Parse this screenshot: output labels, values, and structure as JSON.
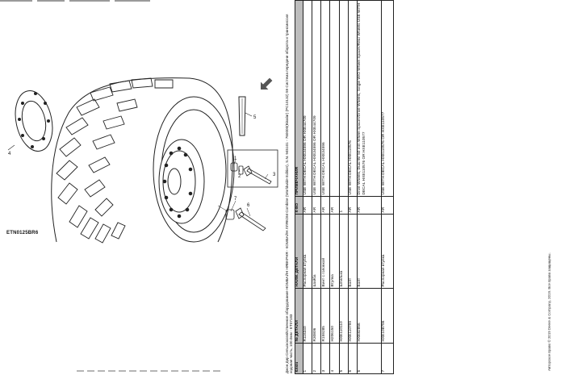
{
  "diagram": {
    "code": "ETN0125BR6",
    "callouts": [
      "1",
      "2",
      "3",
      "4",
      "5",
      "6",
      "7"
    ]
  },
  "table": {
    "header_lines": [
      "Джон Дир Сельскохозяйственное оборудование НОМБАЙН НЯВКРНЯ - КОМБАЙН ЛЛЯКОМ Combine (Worldwide Edition), S.N. 945101 - 760000(Bisalar) (PC10132) 59 Система передачи оборота и трансмиссия",
      "ходовая часть, 100.0мм - ЕТ07183"
    ],
    "columns": [
      "Ключ",
      "№ ДЕТАЛИ",
      "НАИМ. ДЕТАЛИ",
      "К-ВО",
      "ПРИМЕЧАНИЯ"
    ],
    "rows": [
      {
        "key": "1",
        "part": "R116340",
        "name": "Распорная втулка",
        "qty": "AR",
        "notes": "USE WITH DECAL HXE34596 OR HXE44709"
      },
      {
        "key": "2",
        "part": "R30806",
        "name": "Шайба",
        "qty": "AR",
        "notes": "USE WITH DECAL HXE34596 OR HXE44709"
      },
      {
        "key": "3",
        "part": "R159285",
        "name": "Винт с головкой",
        "qty": "AR",
        "notes": "USE WITH DECAL HXE34596"
      },
      {
        "key": "4",
        "part": "H206150",
        "name": "Втулка",
        "qty": "AR",
        "notes": ""
      },
      {
        "key": "5",
        "part": "HXE110110",
        "name": "Шпилька",
        "qty": "1",
        "notes": ""
      },
      {
        "key": "6",
        "part": "HXE110799",
        "name": "Болт",
        "qty": "AR",
        "notes": "USE WITH DECAL HXE110576"
      },
      {
        "key": "6",
        "part": "HXE82856",
        "name": "Болт",
        "qty": "AR",
        "notes": "Drive Wheels, Dual W/ 50 mm Wheel Spacer/Drive Wheels, Single W/O Wheel Spacer/Rear Wheels USE WITH DECAL HXE110576 OR HXE110577"
      },
      {
        "key": "7",
        "part": "HXE108796",
        "name": "Распорная втулка",
        "qty": "AR",
        "notes": "USE WITH DECAL HXE110576 OR HXE110577"
      }
    ]
  },
  "copyright": "Авторское право © 2019 Deere & Company, 2019. Все права защищены."
}
